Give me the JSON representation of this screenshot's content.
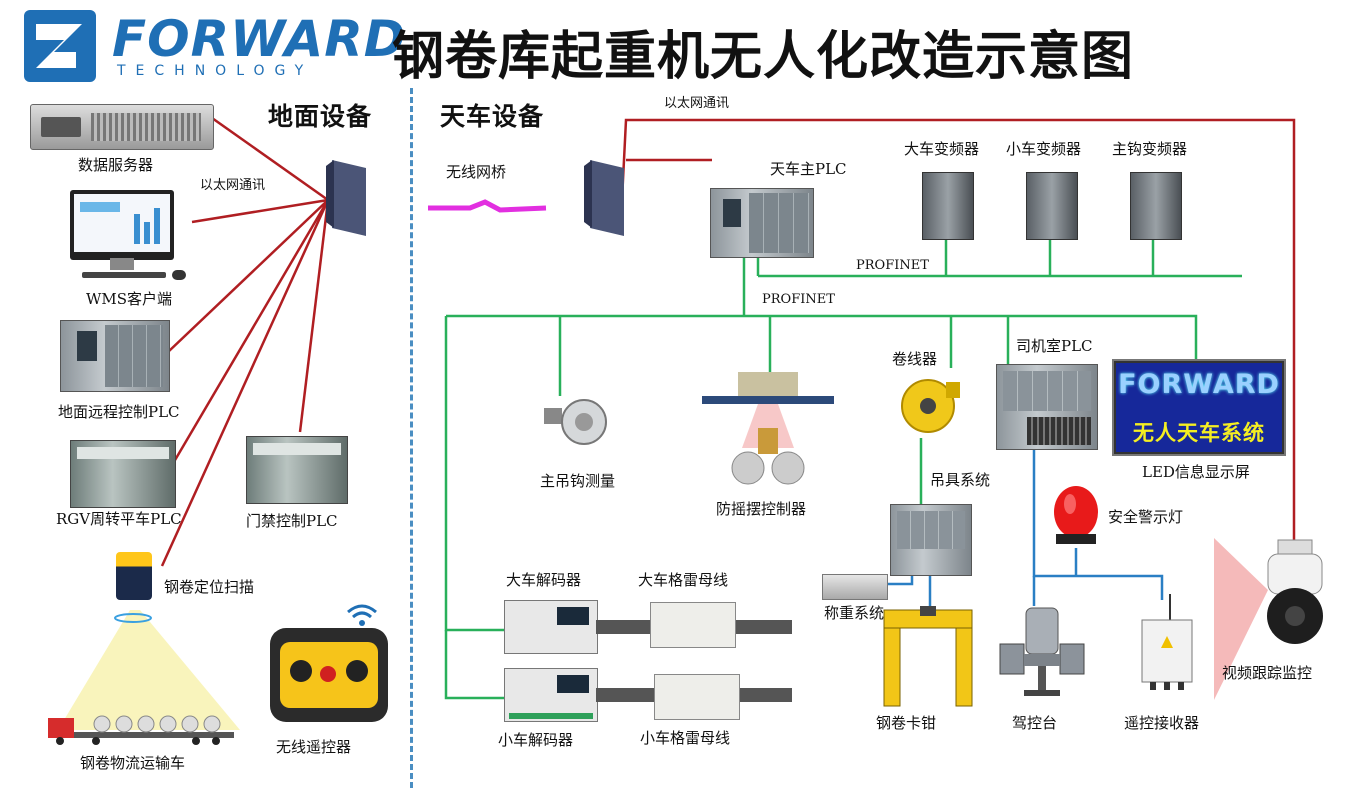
{
  "header": {
    "logo_word": "FORWARD",
    "logo_sub": "TECHNOLOGY",
    "title": "钢卷库起重机无人化改造示意图"
  },
  "sections": {
    "ground": "地面设备",
    "crane": "天车设备"
  },
  "ground_devices": {
    "data_server": "数据服务器",
    "wms_client": "WMS客户端",
    "remote_plc": "地面远程控制PLC",
    "rgv_plc": "RGV周转平车PLC",
    "door_plc": "门禁控制PLC",
    "coil_scanner": "钢卷定位扫描",
    "truck": "钢卷物流运输车",
    "wireless_remote": "无线遥控器",
    "ethernet_label": "以太网通讯"
  },
  "crane_devices": {
    "wireless_bridge": "无线网桥",
    "ethernet_top": "以太网通讯",
    "main_plc": "天车主PLC",
    "drive_bridge": "大车变频器",
    "drive_trolley": "小车变频器",
    "drive_hoist": "主钩变频器",
    "profinet_upper": "PROFINET",
    "profinet_lower": "PROFINET",
    "hook_measure": "主吊钩测量",
    "anti_sway": "防摇摆控制器",
    "cable_reel": "卷线器",
    "cab_plc": "司机室PLC",
    "led_display_label": "LED信息显示屏",
    "led_line1": "FORWARD",
    "led_line2": "无人天车系统",
    "spreader_system": "吊具系统",
    "warning_light": "安全警示灯",
    "weighing": "称重系统",
    "bridge_decoder": "大车解码器",
    "bridge_gray_bus": "大车格雷母线",
    "trolley_decoder": "小车解码器",
    "trolley_gray_bus": "小车格雷母线",
    "coil_tongs": "钢卷卡钳",
    "console": "驾控台",
    "remote_receiver": "遥控接收器",
    "video_tracking": "视频跟踪监控"
  },
  "colors": {
    "ethernet_wire": "#b01e22",
    "profinet_wire": "#29b05a",
    "signal_wire": "#2a7fc4",
    "brand_blue": "#1f6fb5",
    "divider": "#4a8ec2"
  },
  "icons": [
    "server-icon",
    "monitor-icon",
    "plc-icon",
    "antenna-icon",
    "laser-scanner-icon",
    "truck-icon",
    "remote-control-icon",
    "wifi-icon",
    "frequency-drive-icon",
    "encoder-icon",
    "anti-sway-icon",
    "cable-reel-icon",
    "led-screen-icon",
    "beacon-light-icon",
    "load-cell-icon",
    "tongs-icon",
    "operator-chair-icon",
    "receiver-box-icon",
    "ptz-camera-icon",
    "decoder-icon",
    "gray-bus-icon"
  ]
}
